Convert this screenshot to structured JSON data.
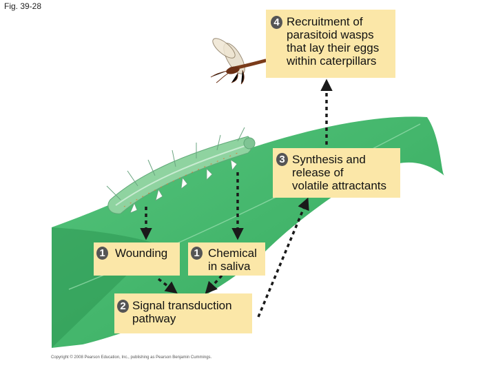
{
  "figure_label": "Fig. 39-28",
  "steps": {
    "recruitment": {
      "number": "4",
      "lines": [
        "Recruitment of",
        "parasitoid wasps",
        "that lay their eggs",
        "within caterpillars"
      ]
    },
    "synthesis": {
      "number": "3",
      "lines": [
        "Synthesis and",
        "release of",
        "volatile attractants"
      ]
    },
    "wounding": {
      "number": "1",
      "label": "Wounding"
    },
    "chemical": {
      "number": "1",
      "lines": [
        "Chemical",
        "in saliva"
      ]
    },
    "signal": {
      "number": "2",
      "lines": [
        "Signal transduction",
        "pathway"
      ]
    }
  },
  "copyright": "Copyright © 2008 Pearson Education, Inc., publishing as Pearson Benjamin Cummings.",
  "colors": {
    "leaf": "#3fb56a",
    "leaf_dark": "#2e9a55",
    "box": "#fbe7a8",
    "caterpillar": "#8fd3a0",
    "number_badge": "#555555",
    "arrow": "#1a1a1a"
  }
}
